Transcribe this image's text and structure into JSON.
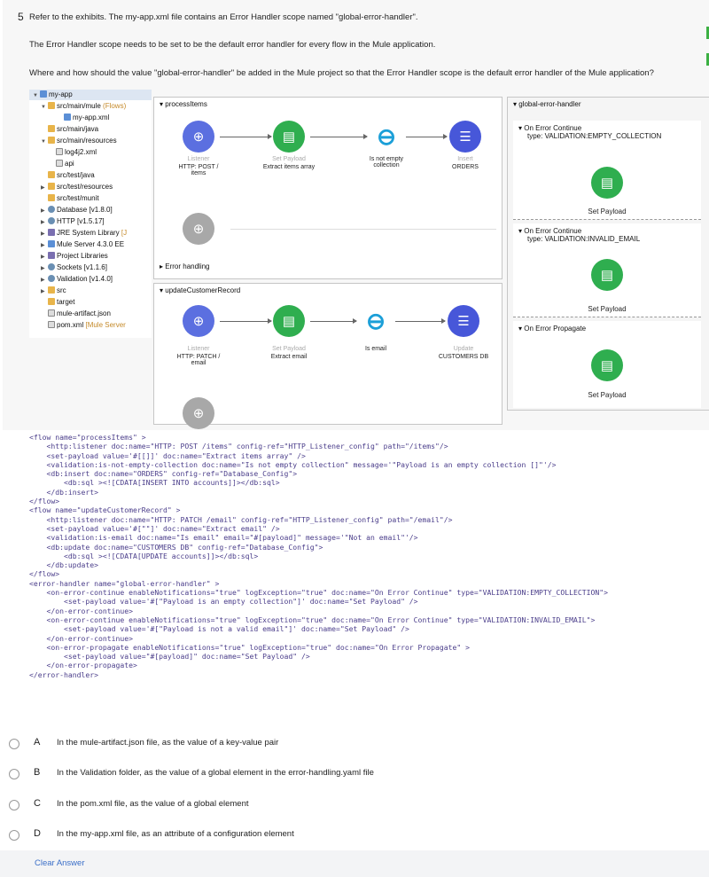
{
  "question": {
    "number": "5",
    "intro": "Refer to the exhibits. The my-app.xml file contains an Error Handler scope named \"global-error-handler\".",
    "line2": "The Error Handler scope needs to be set to be the default error handler for every flow in the Mule application.",
    "line3": "Where and how should the value \"global-error-handler\" be added in the Mule project so that the Error Handler scope is the default error handler of the Mule application?"
  },
  "project_tree": [
    {
      "label": "my-app",
      "extra": ""
    },
    {
      "label": "src/main/mule",
      "extra": "(Flows)"
    },
    {
      "label": "my-app.xml",
      "extra": ""
    },
    {
      "label": "src/main/java",
      "extra": ""
    },
    {
      "label": "src/main/resources",
      "extra": ""
    },
    {
      "label": "log4j2.xml",
      "extra": ""
    },
    {
      "label": "api",
      "extra": ""
    },
    {
      "label": "src/test/java",
      "extra": ""
    },
    {
      "label": "src/test/resources",
      "extra": ""
    },
    {
      "label": "src/test/munit",
      "extra": ""
    },
    {
      "label": "Database [v1.8.0]",
      "extra": ""
    },
    {
      "label": "HTTP [v1.5.17]",
      "extra": ""
    },
    {
      "label": "JRE System Library",
      "extra": "[J"
    },
    {
      "label": "Mule Server 4.3.0 EE",
      "extra": ""
    },
    {
      "label": "Project Libraries",
      "extra": ""
    },
    {
      "label": "Sockets [v1.1.6]",
      "extra": ""
    },
    {
      "label": "Validation [v1.4.0]",
      "extra": ""
    },
    {
      "label": "src",
      "extra": ""
    },
    {
      "label": "target",
      "extra": ""
    },
    {
      "label": "mule-artifact.json",
      "extra": ""
    },
    {
      "label": "pom.xml",
      "extra": "[Mule Server"
    }
  ],
  "flows": {
    "process": {
      "title": "processItems",
      "listener_top": "Listener",
      "listener": "HTTP: POST /\nitems",
      "payload_top": "Set Payload",
      "payload": "Extract items array",
      "validation": "Is not empty\ncollection",
      "insert_top": "Insert",
      "insert": "ORDERS",
      "error_handling": "Error handling"
    },
    "update": {
      "title": "updateCustomerRecord",
      "listener_top": "Listener",
      "listener": "HTTP: PATCH /\nemail",
      "payload_top": "Set Payload",
      "payload": "Extract email",
      "validation": "Is email",
      "update_top": "Update",
      "update": "CUSTOMERS DB"
    },
    "global": {
      "title": "global-error-handler",
      "h1_line1": "On Error Continue",
      "h1_line2": "type: VALIDATION:EMPTY_COLLECTION",
      "h1_payload": "Set Payload",
      "h2_line1": "On Error Continue",
      "h2_line2": "type: VALIDATION:INVALID_EMAIL",
      "h2_payload": "Set Payload",
      "h3_line1": "On Error Propagate",
      "h3_payload": "Set Payload"
    }
  },
  "code_lines": [
    "<flow name=\"processItems\" >",
    "    <http:listener doc:name=\"HTTP: POST /items\" config-ref=\"HTTP_Listener_config\" path=\"/items\"/>",
    "    <set-payload value='#[[]]' doc:name=\"Extract items array\" />",
    "    <validation:is-not-empty-collection doc:name=\"Is not empty collection\" message='\"Payload is an empty collection []\"'/>",
    "    <db:insert doc:name=\"ORDERS\" config-ref=\"Database_Config\">",
    "        <db:sql ><![CDATA[INSERT INTO accounts]]></db:sql>",
    "    </db:insert>",
    "</flow>",
    "<flow name=\"updateCustomerRecord\" >",
    "    <http:listener doc:name=\"HTTP: PATCH /email\" config-ref=\"HTTP_Listener_config\" path=\"/email\"/>",
    "    <set-payload value='#[\"\"]' doc:name=\"Extract email\" />",
    "    <validation:is-email doc:name=\"Is email\" email=\"#[payload]\" message='\"Not an email\"'/>",
    "    <db:update doc:name=\"CUSTOMERS DB\" config-ref=\"Database_Config\">",
    "        <db:sql ><![CDATA[UPDATE accounts]]></db:sql>",
    "    </db:update>",
    "</flow>",
    "<error-handler name=\"global-error-handler\" >",
    "    <on-error-continue enableNotifications=\"true\" logException=\"true\" doc:name=\"On Error Continue\" type=\"VALIDATION:EMPTY_COLLECTION\">",
    "        <set-payload value='#[\"Payload is an empty collection\"]' doc:name=\"Set Payload\" />",
    "    </on-error-continue>",
    "    <on-error-continue enableNotifications=\"true\" logException=\"true\" doc:name=\"On Error Continue\" type=\"VALIDATION:INVALID_EMAIL\">",
    "        <set-payload value='#[\"Payload is not a valid email\"]' doc:name=\"Set Payload\" />",
    "    </on-error-continue>",
    "    <on-error-propagate enableNotifications=\"true\" logException=\"true\" doc:name=\"On Error Propagate\" >",
    "        <set-payload value=\"#[payload]\" doc:name=\"Set Payload\" />",
    "    </on-error-propagate>",
    "</error-handler>"
  ],
  "options": [
    {
      "letter": "A",
      "text": "In the mule-artifact.json file, as the value of a key-value pair"
    },
    {
      "letter": "B",
      "text": "In the Validation folder, as the value of a global element in the error-handling.yaml file"
    },
    {
      "letter": "C",
      "text": "In the pom.xml file, as the value of a global element"
    },
    {
      "letter": "D",
      "text": "In the my-app.xml file, as an attribute of a configuration element"
    }
  ],
  "clear_answer": "Clear Answer",
  "colors": {
    "accent_green": "#3cb043",
    "link_blue": "#3b6fc8",
    "listener": "#5b6fe0",
    "payload": "#2fae4f",
    "validation": "#1b9fd8"
  }
}
